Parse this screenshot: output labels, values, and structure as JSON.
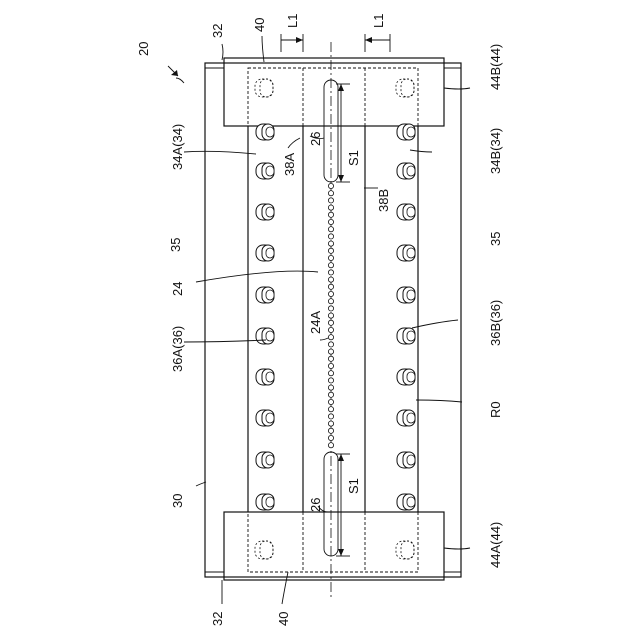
{
  "labels": {
    "fig_ref": "20",
    "body": "30",
    "top_end": "32",
    "bottom_end": "32",
    "top_width_left": "L1",
    "top_width_right": "L1",
    "top_block_dashed": "40",
    "bottom_block_dashed": "40",
    "cap_top": "44B(44)",
    "cap_bottom": "44A(44)",
    "terminal_row_left": "34A(34)",
    "terminal_row_right": "34B(34)",
    "channel_left": "38A",
    "channel_right": "38B",
    "slot_top": "26",
    "slot_bottom": "26",
    "gap_top": "S1",
    "gap_bottom": "S1",
    "side_left": "35",
    "side_right": "35",
    "center_line": "24",
    "center_balls": "24A",
    "pins_left": "36A(36)",
    "pins_right": "36B(36)",
    "region": "R0"
  }
}
